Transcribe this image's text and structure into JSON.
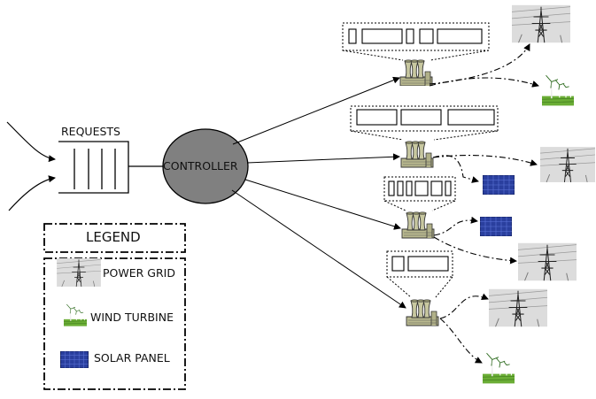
{
  "queue": {
    "label": "REQUESTS"
  },
  "controller": {
    "label": "CONTROLLER"
  },
  "legend": {
    "title": "LEGEND",
    "items": [
      {
        "icon": "power-grid-icon",
        "label": "POWER GRID"
      },
      {
        "icon": "wind-turbine-icon",
        "label": "WIND TURBINE"
      },
      {
        "icon": "solar-panel-icon",
        "label": "SOLAR PANEL"
      }
    ]
  },
  "servers": [
    {
      "name": "data-center-1",
      "sources": [
        "power-grid",
        "wind-turbine"
      ]
    },
    {
      "name": "data-center-2",
      "sources": [
        "solar-panel",
        "power-grid"
      ]
    },
    {
      "name": "data-center-3",
      "sources": [
        "solar-panel",
        "power-grid"
      ]
    },
    {
      "name": "data-center-4",
      "sources": [
        "power-grid",
        "wind-turbine"
      ]
    }
  ],
  "colors": {
    "controller_fill": "#808080",
    "building_fill": "#c8c8a0",
    "solar_blue": "#2a3f9e",
    "turbine_green": "#5c9e2e",
    "grid_sky": "#d9d9d9"
  }
}
